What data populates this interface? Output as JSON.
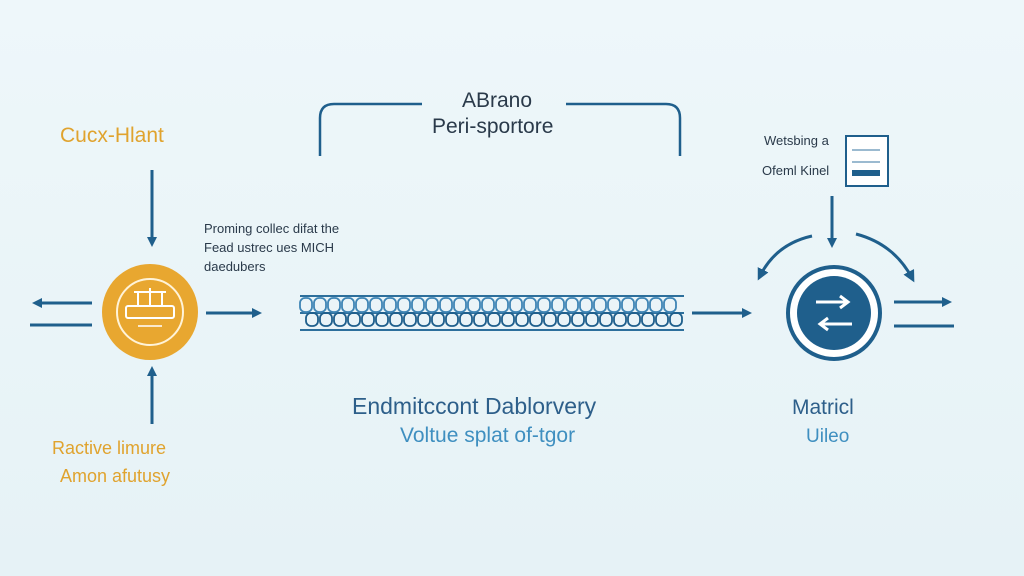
{
  "colors": {
    "background": "#eaf4f8",
    "accent_orange": "#e8a730",
    "accent_blue": "#1f5f8c",
    "text_dark": "#2a3a4a"
  },
  "left_node": {
    "title": "Cucx-Hlant",
    "caption_line1": "Ractive limure",
    "caption_line2": "Amon afutusy",
    "icon": "coin-icon"
  },
  "top_bracket": {
    "line1": "ABrano",
    "line2": "Peri-sportore"
  },
  "middle_note": {
    "line1": "Proming collec difat the",
    "line2": "Fead ustrec ues MICH",
    "line3": "daedubers"
  },
  "chain": {
    "icon": "chain-icon",
    "title": "Endmitccont Dablorvery",
    "subtitle": "Voltue splat of-tgor"
  },
  "right_doc": {
    "line1": "Wetsbing a",
    "line2": "Ofeml Kinel",
    "icon": "document-icon"
  },
  "right_node": {
    "title": "Matricl",
    "subtitle": "Uileo",
    "icon": "exchange-icon"
  }
}
